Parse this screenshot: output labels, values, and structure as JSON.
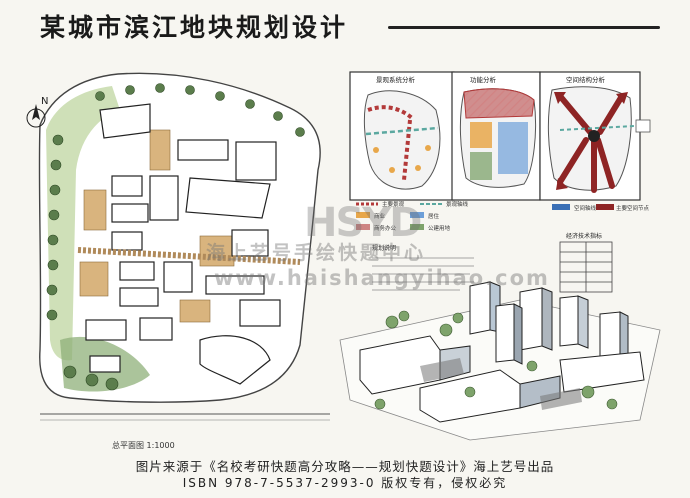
{
  "title": "某城市滨江地块规划设计",
  "watermark": {
    "logo": "HSYD",
    "text_cn": "海上艺号手绘快题中心",
    "url": "www.haishangyihao.com"
  },
  "caption": {
    "line1": "图片来源于《名校考研快题高分攻略——规划快题设计》海上艺号出品",
    "line2": "ISBN 978-7-5537-2993-0 版权专有，侵权必究"
  },
  "site_plan": {
    "north_label": "N",
    "scale_label": "总平面图 1:1000"
  },
  "diagrams": [
    {
      "label": "景观系统分析"
    },
    {
      "label": "功能分析"
    },
    {
      "label": "空间结构分析"
    }
  ],
  "legend": {
    "row1": [
      "主要景观",
      "景观轴线"
    ],
    "row2": [
      "商业",
      "居住",
      "空间轴线",
      "主要空间节点"
    ],
    "row3": [
      "商务办公",
      "公建用地"
    ]
  },
  "notes_title": "规划说明",
  "table_title": "经济技术指标",
  "colors": {
    "red": "#b33a3a",
    "orange": "#e8a74a",
    "blue": "#6d9fd8",
    "green": "#7ea36b",
    "teal": "#5ba8a0",
    "tan": "#c9a777"
  }
}
